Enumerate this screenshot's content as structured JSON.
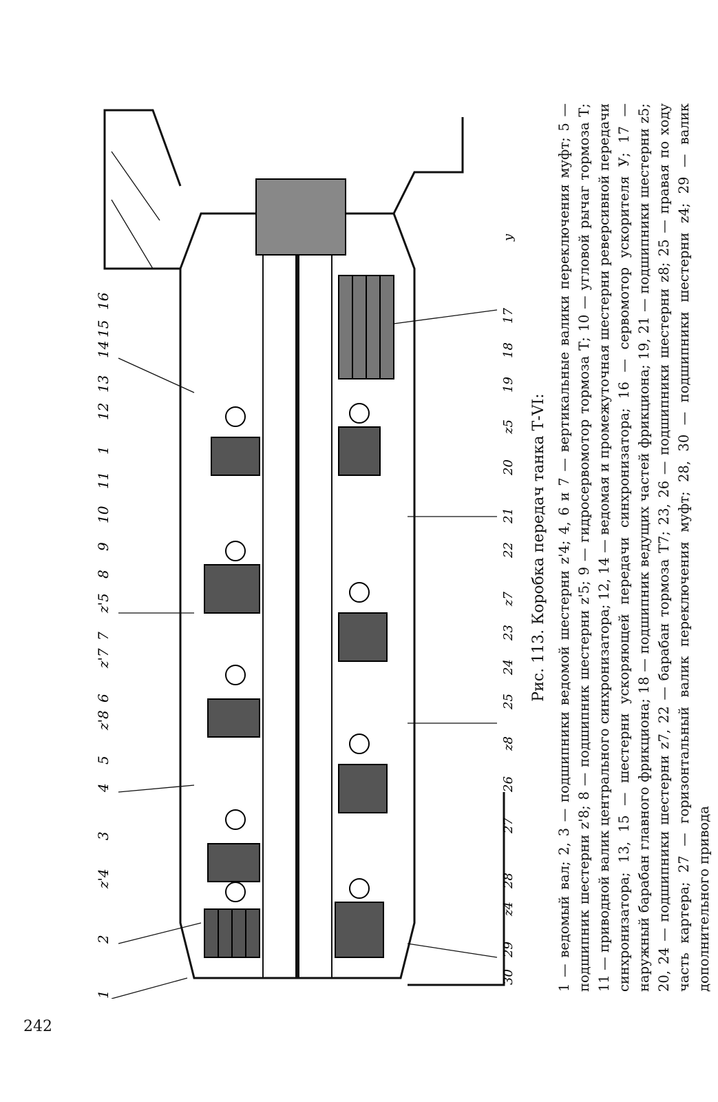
{
  "page_number": "242",
  "figure": {
    "title": "Рис. 113. Коробка передач танка Т-VI:",
    "legend": "1 — ведомый вал; 2, 3 — подшипники ведомой шестерни z'4; 4, 6 и 7 — вертикальные валики переключения муфт; 5 — подшипник шестерни z'8; 8 — подшипник шестерни z'5; 9 — гидросервомотор тормоза Т; 10 — угловой рычаг тормоза Т; 11 — приводной валик центрального синхронизатора; 12, 14 — ведомая и промежуточная шестерни реверсивной передачи синхронизатора; 13, 15 — шестерни ускоряющей передачи синхронизатора; 16 — сервомотор ускорителя У; 17 — наружный барабан главного фрикциона; 18 — подшипник ведущих частей фрикциона; 19, 21 — подшипники шестерни z5; 20, 24 — подшипники шестерни z7, 22 — барабан тормоза Т7; 23, 26 — подшипники шестерни z8; 25 — правая по ходу часть картера; 27 — горизонтальный валик переключения муфт; 28, 30 — подшипники шестерни z4; 29 — валик дополнительного привода"
  },
  "callouts_top": [
    "1",
    "2",
    "z'4",
    "3",
    "4",
    "5",
    "z'8",
    "6",
    "z'7",
    "7",
    "z'5",
    "8",
    "9",
    "10",
    "11",
    "1",
    "12",
    "13",
    "14",
    "15",
    "16"
  ],
  "callouts_bottom": [
    "30",
    "29",
    "z4",
    "28",
    "27",
    "26",
    "z8",
    "25",
    "24",
    "23",
    "z7",
    "22",
    "21",
    "20",
    "z5",
    "19",
    "18",
    "17",
    "y"
  ]
}
